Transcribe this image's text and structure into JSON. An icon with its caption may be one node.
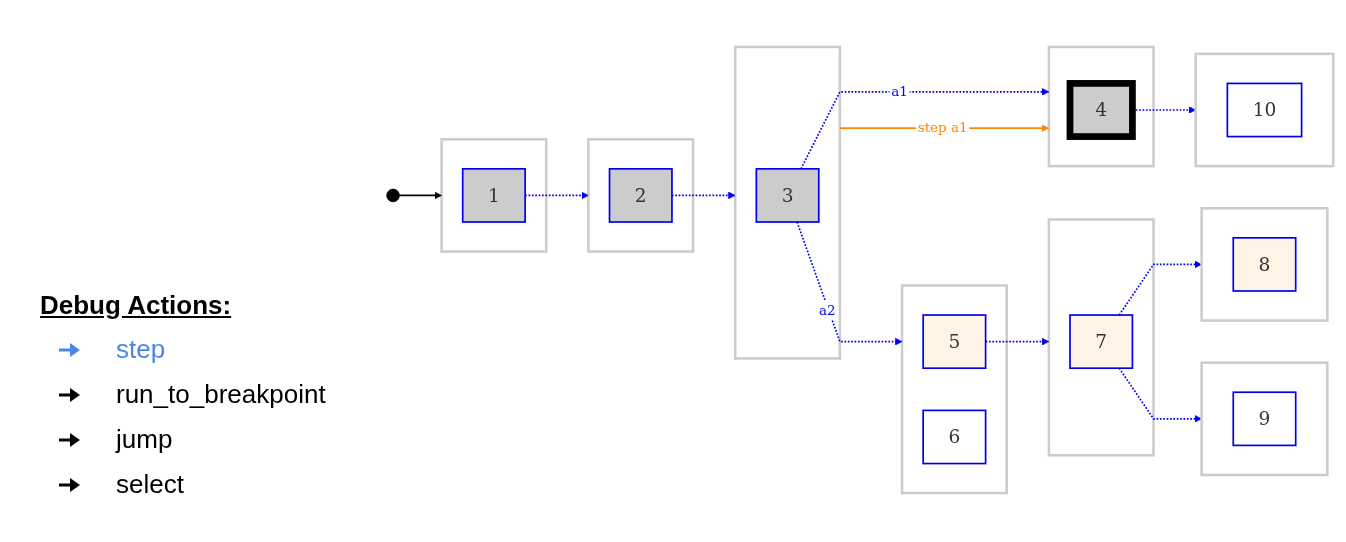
{
  "diagram": {
    "nodes": [
      {
        "text": [],
        "shape": "circle"
      },
      {
        "text": [],
        "shape": "box"
      },
      {
        "text": [
          "1"
        ],
        "in": 1
      },
      {
        "text": [],
        "shape": "box"
      },
      {
        "text": [
          "2"
        ],
        "in": 3
      },
      {
        "text": [],
        "shape": "box"
      },
      {
        "text": [
          "3"
        ],
        "in": 5
      },
      {
        "text": [],
        "shape": "box"
      },
      {
        "text": [
          "4"
        ],
        "in": 7
      },
      {
        "text": [],
        "shape": "box"
      },
      {
        "text": [
          "10"
        ],
        "in": 9
      },
      {
        "text": [],
        "shape": "box"
      },
      {
        "text": [
          "8"
        ],
        "in": 11
      },
      {
        "text": [],
        "shape": "box"
      },
      {
        "text": [
          "7"
        ],
        "in": 13
      },
      {
        "text": [],
        "shape": "box"
      },
      {
        "text": [
          "9"
        ],
        "in": 15
      },
      {
        "text": [],
        "shape": "box"
      },
      {
        "text": [
          "5"
        ],
        "in": 17
      },
      {
        "text": [
          "6"
        ],
        "in": 17
      }
    ],
    "edges": [
      {
        "from": 0,
        "to": 1,
        "arrow": "to",
        "color": "#000000"
      },
      {
        "from": 2,
        "to": 3,
        "arrow": "to",
        "style": "dashed"
      },
      {
        "from": 4,
        "to": 5,
        "arrow": "to",
        "style": "dashed"
      },
      {
        "from": 6,
        "to": 7,
        "arrow": "to",
        "style": "dashed",
        "label": "a1"
      },
      {
        "from": 5,
        "to": 7,
        "arrow": "to",
        "label": "step a1",
        "color": "#ff8800"
      },
      {
        "from": 8,
        "to": 9,
        "arrow": "to",
        "style": "dashed"
      },
      {
        "from": 6,
        "to": 17,
        "arrow": "to",
        "style": "dashed",
        "label": "a2"
      },
      {
        "from": 18,
        "to": 13,
        "arrow": "to",
        "style": "dashed"
      },
      {
        "from": 14,
        "to": 11,
        "arrow": "to",
        "style": "dashed"
      },
      {
        "from": 14,
        "to": 15,
        "arrow": "to",
        "style": "dashed"
      }
    ],
    "labels": [
      "Debug Actions:"
    ],
    "legend": [
      {
        "text": "step"
      },
      {
        "text": "run_to_breakpoint"
      },
      {
        "text": "jump"
      },
      {
        "text": "select"
      }
    ]
  }
}
